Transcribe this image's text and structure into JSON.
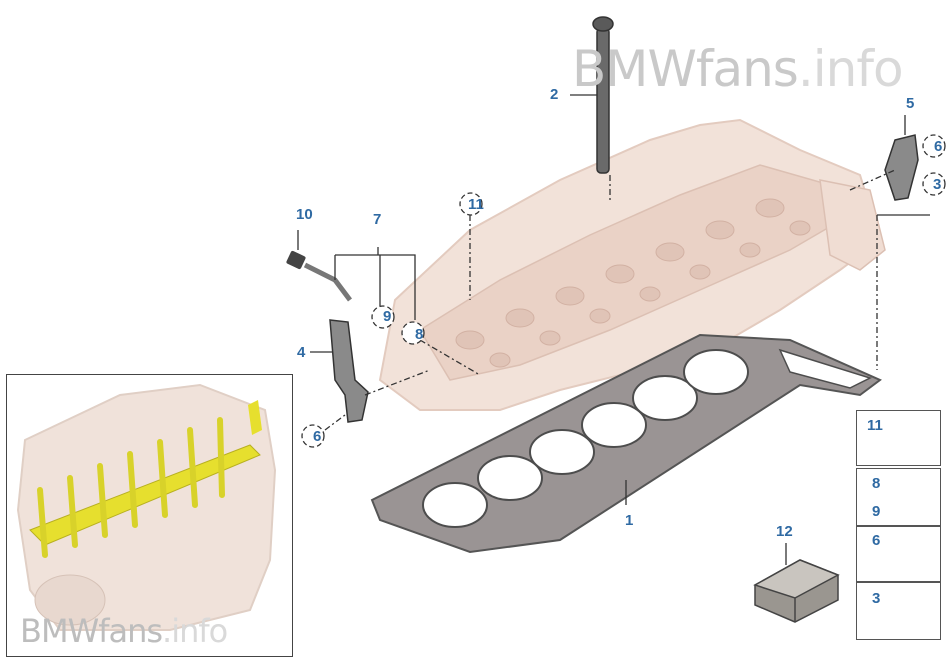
{
  "watermark": {
    "main_brand": "BMWfans",
    "main_suffix": ".info",
    "inset_brand": "BMWfans",
    "inset_suffix": ".info"
  },
  "callouts": {
    "c1": "1",
    "c2": "2",
    "c3_main": "3",
    "c4": "4",
    "c5": "5",
    "c6_top": "6",
    "c6_left": "6",
    "c7": "7",
    "c8_main": "8",
    "c9_main": "9",
    "c10": "10",
    "c11_main": "11",
    "c12": "12"
  },
  "parts_legend": {
    "box_11": "11",
    "box_8": "8",
    "box_9": "9",
    "box_6": "6",
    "box_3": "3"
  },
  "colors": {
    "callout": "#2f6aa3",
    "head": "#efdcd2",
    "gasket": "#8e8a8a",
    "highlight": "#e6df2e"
  }
}
